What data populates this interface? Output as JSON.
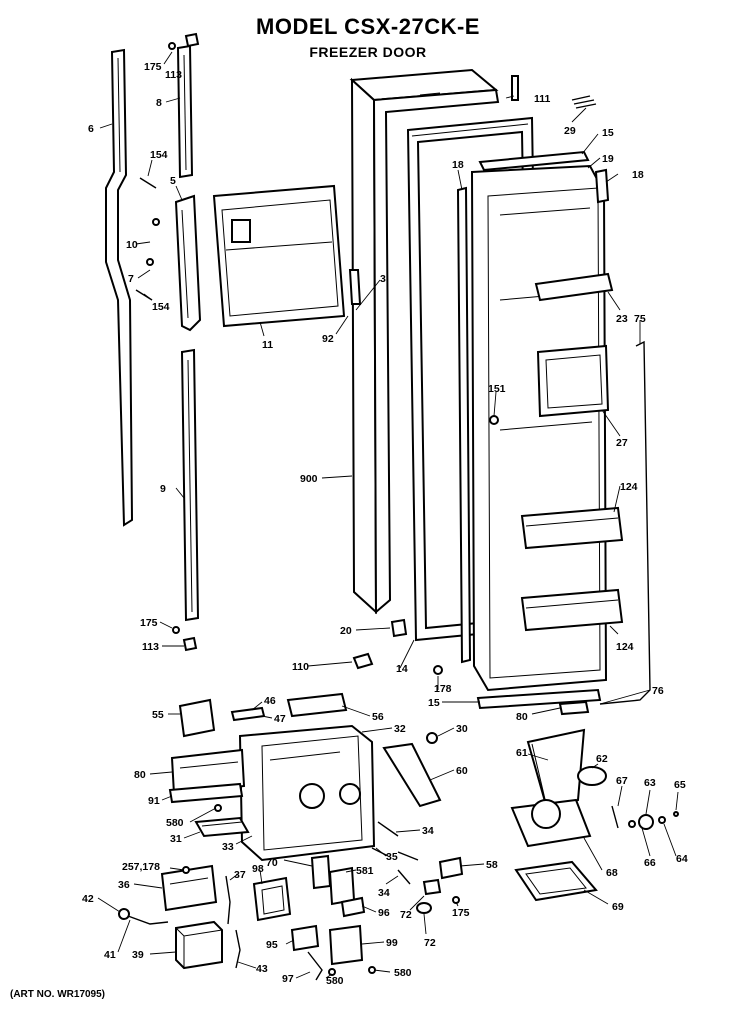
{
  "header": {
    "model": "MODEL CSX-27CK-E",
    "subtitle": "FREEZER DOOR"
  },
  "footer": {
    "art_number": "(ART NO. WR17095)"
  },
  "callouts": [
    {
      "id": "c-175a",
      "label": "175"
    },
    {
      "id": "c-113a",
      "label": "113"
    },
    {
      "id": "c-8",
      "label": "8"
    },
    {
      "id": "c-6",
      "label": "6"
    },
    {
      "id": "c-154a",
      "label": "154"
    },
    {
      "id": "c-5",
      "label": "5"
    },
    {
      "id": "c-10",
      "label": "10"
    },
    {
      "id": "c-7",
      "label": "7"
    },
    {
      "id": "c-154b",
      "label": "154"
    },
    {
      "id": "c-11",
      "label": "11"
    },
    {
      "id": "c-3",
      "label": "3"
    },
    {
      "id": "c-92",
      "label": "92"
    },
    {
      "id": "c-111",
      "label": "111"
    },
    {
      "id": "c-29",
      "label": "29"
    },
    {
      "id": "c-15a",
      "label": "15"
    },
    {
      "id": "c-19",
      "label": "19"
    },
    {
      "id": "c-18a",
      "label": "18"
    },
    {
      "id": "c-18b",
      "label": "18"
    },
    {
      "id": "c-23",
      "label": "23"
    },
    {
      "id": "c-75",
      "label": "75"
    },
    {
      "id": "c-151",
      "label": "151"
    },
    {
      "id": "c-27",
      "label": "27"
    },
    {
      "id": "c-9",
      "label": "9"
    },
    {
      "id": "c-900",
      "label": "900"
    },
    {
      "id": "c-124a",
      "label": "124"
    },
    {
      "id": "c-124b",
      "label": "124"
    },
    {
      "id": "c-175b",
      "label": "175"
    },
    {
      "id": "c-113b",
      "label": "113"
    },
    {
      "id": "c-20",
      "label": "20"
    },
    {
      "id": "c-110",
      "label": "110"
    },
    {
      "id": "c-14",
      "label": "14"
    },
    {
      "id": "c-178",
      "label": "178"
    },
    {
      "id": "c-15b",
      "label": "15"
    },
    {
      "id": "c-80a",
      "label": "80"
    },
    {
      "id": "c-76",
      "label": "76"
    },
    {
      "id": "c-55",
      "label": "55"
    },
    {
      "id": "c-46",
      "label": "46"
    },
    {
      "id": "c-47",
      "label": "47"
    },
    {
      "id": "c-56",
      "label": "56"
    },
    {
      "id": "c-32",
      "label": "32"
    },
    {
      "id": "c-30",
      "label": "30"
    },
    {
      "id": "c-61",
      "label": "61"
    },
    {
      "id": "c-80b",
      "label": "80"
    },
    {
      "id": "c-60",
      "label": "60"
    },
    {
      "id": "c-62",
      "label": "62"
    },
    {
      "id": "c-67",
      "label": "67"
    },
    {
      "id": "c-63",
      "label": "63"
    },
    {
      "id": "c-65",
      "label": "65"
    },
    {
      "id": "c-91",
      "label": "91"
    },
    {
      "id": "c-580a",
      "label": "580"
    },
    {
      "id": "c-31",
      "label": "31"
    },
    {
      "id": "c-33",
      "label": "33"
    },
    {
      "id": "c-34a",
      "label": "34"
    },
    {
      "id": "c-35",
      "label": "35"
    },
    {
      "id": "c-58",
      "label": "58"
    },
    {
      "id": "c-68",
      "label": "68"
    },
    {
      "id": "c-66",
      "label": "66"
    },
    {
      "id": "c-64",
      "label": "64"
    },
    {
      "id": "c-257",
      "label": "257,178"
    },
    {
      "id": "c-70",
      "label": "70"
    },
    {
      "id": "c-581",
      "label": "581"
    },
    {
      "id": "c-36",
      "label": "36"
    },
    {
      "id": "c-37",
      "label": "37"
    },
    {
      "id": "c-98",
      "label": "98"
    },
    {
      "id": "c-34b",
      "label": "34"
    },
    {
      "id": "c-72a",
      "label": "72"
    },
    {
      "id": "c-96",
      "label": "96"
    },
    {
      "id": "c-42",
      "label": "42"
    },
    {
      "id": "c-69",
      "label": "69"
    },
    {
      "id": "c-175c",
      "label": "175"
    },
    {
      "id": "c-72b",
      "label": "72"
    },
    {
      "id": "c-41",
      "label": "41"
    },
    {
      "id": "c-39",
      "label": "39"
    },
    {
      "id": "c-95",
      "label": "95"
    },
    {
      "id": "c-99",
      "label": "99"
    },
    {
      "id": "c-43",
      "label": "43"
    },
    {
      "id": "c-97",
      "label": "97"
    },
    {
      "id": "c-580b",
      "label": "580"
    },
    {
      "id": "c-580c",
      "label": "580"
    }
  ]
}
